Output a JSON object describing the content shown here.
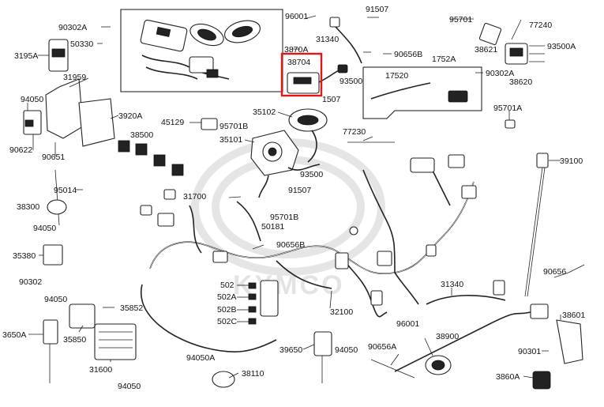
{
  "diagram": {
    "watermark_text": "KYMCO",
    "highlight_color": "#e01818",
    "highlighted_part": "38704",
    "labels": {
      "p90302A_top": "90302A",
      "p50330": "50330",
      "p3195A": "3195A",
      "p31959": "31959",
      "p94050_a": "94050",
      "p90622": "90622",
      "p90651": "90651",
      "p3920A": "3920A",
      "p38500": "38500",
      "p45129": "45129",
      "p95701B_a": "95701B",
      "p35101": "35101",
      "p35102": "35102",
      "p3870A": "3870A",
      "p38704": "38704",
      "p1507": "1507",
      "p96001_top": "96001",
      "p91507_top": "91507",
      "p31340_top": "31340",
      "p90656B_top": "90656B",
      "p93500_top": "93500",
      "p1752A": "1752A",
      "p17520": "17520",
      "p95701_top": "95701",
      "p90302A_r": "90302A",
      "p38621": "38621",
      "p77240": "77240",
      "p93500A": "93500A",
      "p38620": "38620",
      "p95701A": "95701A",
      "p77230": "77230",
      "p93500_mid": "93500",
      "p91507_mid": "91507",
      "p95701B_mid": "95701B",
      "p50181": "50181",
      "p90656B_mid": "90656B",
      "p31700": "31700",
      "p95014": "95014",
      "p38300": "38300",
      "p94050_b": "94050",
      "p39100": "39100",
      "p35380": "35380",
      "p90302_l": "90302",
      "p502": "502",
      "p502A": "502A",
      "p502B": "502B",
      "p502C": "502C",
      "p32100": "32100",
      "p31340_b": "31340",
      "p90656": "90656",
      "p94050_c": "94050",
      "p35852": "35852",
      "p3650A": "3650A",
      "p35850": "35850",
      "p31600": "31600",
      "p94050_d": "94050",
      "p94050A": "94050A",
      "p38110": "38110",
      "p39650": "39650",
      "p94050_e": "94050",
      "p90656A": "90656A",
      "p38900": "38900",
      "p96001_b": "96001",
      "p38601": "38601",
      "p90301": "90301",
      "p3860A": "3860A"
    }
  }
}
